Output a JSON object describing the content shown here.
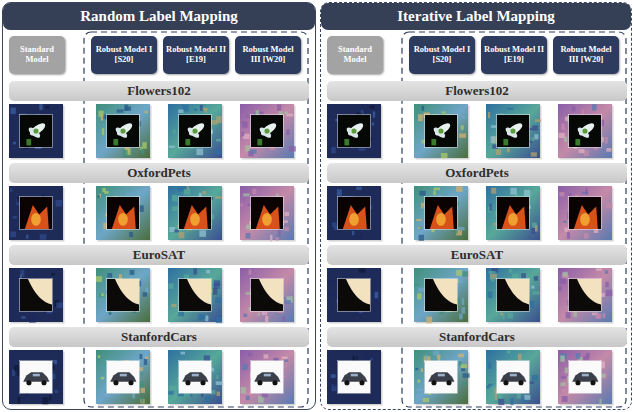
{
  "diagram": {
    "nodes": [
      {
        "text": [
          "Random Label Mapping"
        ]
      },
      {
        "text": [
          "Standard Model"
        ],
        "in": 0
      },
      {
        "text": [
          "Robust Model I [S20]"
        ],
        "in": 0
      },
      {
        "text": [
          "Robust Model II [E19]"
        ],
        "in": 0
      },
      {
        "text": [
          "Robust Model III [W20]"
        ],
        "in": 0
      },
      {
        "text": [
          "Flowers102"
        ],
        "in": 0
      },
      {
        "text": [
          "OxfordPets"
        ],
        "in": 0
      },
      {
        "text": [
          "EuroSAT"
        ],
        "in": 0
      },
      {
        "text": [
          "StanfordCars"
        ],
        "in": 0
      },
      {
        "text": [
          "Iterative Label Mapping"
        ]
      },
      {
        "text": [
          "Standard Model"
        ],
        "in": 9
      },
      {
        "text": [
          "Robust Model I [S20]"
        ],
        "in": 9
      },
      {
        "text": [
          "Robust Model II [E19]"
        ],
        "in": 9
      },
      {
        "text": [
          "Robust Model III [W20]"
        ],
        "in": 9
      },
      {
        "text": [
          "Flowers102"
        ],
        "in": 9
      },
      {
        "text": [
          "OxfordPets"
        ],
        "in": 9
      },
      {
        "text": [
          "EuroSAT"
        ],
        "in": 9
      },
      {
        "text": [
          "StanfordCars"
        ],
        "in": 9
      }
    ],
    "edges": []
  }
}
